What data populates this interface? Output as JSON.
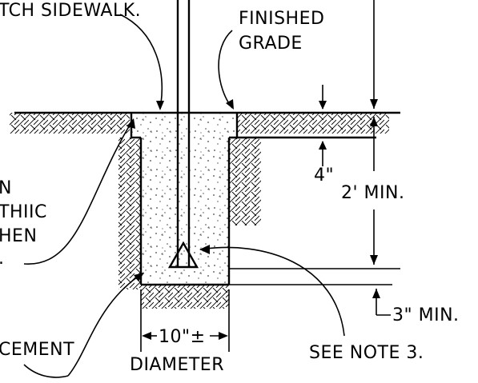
{
  "labels": {
    "sidewalk": "TCH SIDEWALK.",
    "finished_grade_line1": "FINISHED",
    "finished_grade_line2": "GRADE",
    "depth_4in": "4\"",
    "depth_2ft": "2' MIN.",
    "depth_3in": "3\" MIN.",
    "left_n": "N",
    "left_thiic": "THIIC",
    "left_hen": "HEN",
    "left_dot": ".",
    "cement": "CEMENT",
    "diameter_dim": "10\"±",
    "diameter": "DIAMETER",
    "see_note": "SEE NOTE 3."
  }
}
